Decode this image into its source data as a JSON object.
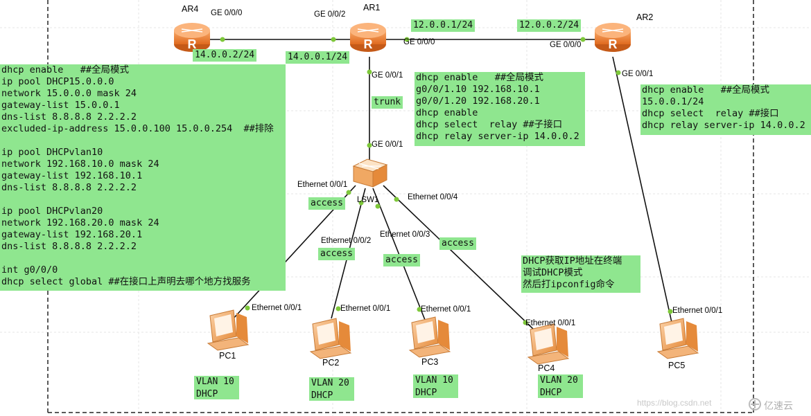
{
  "devices": {
    "ar4": "AR4",
    "ar1": "AR1",
    "ar2": "AR2",
    "lsw1": "LSW1",
    "pc1": "PC1",
    "pc2": "PC2",
    "pc3": "PC3",
    "pc4": "PC4",
    "pc5": "PC5"
  },
  "ports": {
    "ar4_ge000": "GE 0/0/0",
    "ar1_ge002": "GE 0/0/2",
    "ar1_ge000": "GE 0/0/0",
    "ar1_ge001": "GE 0/0/1",
    "ar2_ge000": "GE 0/0/0",
    "ar2_ge001": "GE 0/0/1",
    "lsw_ge001": "GE 0/0/1",
    "lsw_e1": "Ethernet 0/0/1",
    "lsw_e2": "Ethernet 0/0/2",
    "lsw_e3": "Ethernet 0/0/3",
    "lsw_e4": "Ethernet 0/0/4",
    "pc1_e": "Ethernet 0/0/1",
    "pc2_e": "Ethernet 0/0/1",
    "pc3_e": "Ethernet 0/0/1",
    "pc4_e": "Ethernet 0/0/1",
    "pc5_e": "Ethernet 0/0/1"
  },
  "ips": {
    "ar4_ip": "14.0.0.2/24",
    "ar1_ip14": "14.0.0.1/24",
    "ar1_ip12": "12.0.0.1/24",
    "ar2_ip12": "12.0.0.2/24"
  },
  "tags": {
    "trunk": "trunk",
    "access1": "access",
    "access2": "access",
    "access3": "access",
    "access4": "access",
    "pc1_vlan": "VLAN 10\nDHCP",
    "pc2_vlan": "VLAN 20\nDHCP",
    "pc3_vlan": "VLAN 10\nDHCP",
    "pc4_vlan": "VLAN 20\nDHCP"
  },
  "notes": {
    "ar4_config": "dhcp enable   ##全局模式\nip pool DHCP15.0.0.0\nnetwork 15.0.0.0 mask 24\ngateway-list 15.0.0.1\ndns-list 8.8.8.8 2.2.2.2\nexcluded-ip-address 15.0.0.100 15.0.0.254  ##排除\n\nip pool DHCPvlan10\nnetwork 192.168.10.0 mask 24\ngateway-list 192.168.10.1\ndns-list 8.8.8.8 2.2.2.2\n\nip pool DHCPvlan20\nnetwork 192.168.20.0 mask 24\ngateway-list 192.168.20.1\ndns-list 8.8.8.8 2.2.2.2\n\nint g0/0/0\ndhcp select global ##在接口上声明去哪个地方找服务",
    "ar1_config": "dhcp enable   ##全局模式\ng0/0/1.10 192.168.10.1\ng0/0/1.20 192.168.20.1\ndhcp enable\ndhcp select  relay ##子接口\ndhcp relay server-ip 14.0.0.2",
    "ar2_config": "dhcp enable   ##全局模式\n15.0.0.1/24\ndhcp select  relay ##接口\ndhcp relay server-ip 14.0.0.2",
    "pc_note": "DHCP获取IP地址在终端\n调试DHCP模式\n然后打ipconfig命令"
  },
  "watermark": "https://blog.csdn.net",
  "brand": "亿速云",
  "colors": {
    "note_bg": "#8fe68f",
    "router": "#f08a3c",
    "link_dot": "#7ec83a"
  }
}
